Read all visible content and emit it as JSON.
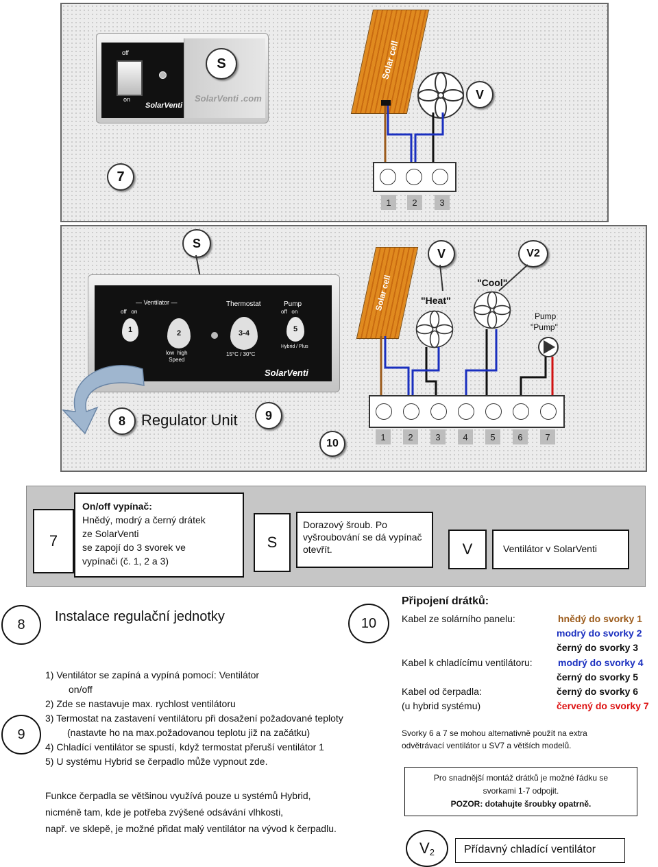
{
  "top_panel": {
    "switch_off": "off",
    "switch_on": "on",
    "brand": "SolarVenti",
    "brand_card": "SolarVenti .com",
    "label_s": "S",
    "label_v": "V",
    "label_7": "7",
    "solar_cell": "Solar cell",
    "terminals": [
      "1",
      "2",
      "3"
    ]
  },
  "bottom_panel": {
    "label_s": "S",
    "label_v": "V",
    "label_v2": "V2",
    "section_ventilator": "— Ventilator —",
    "section_thermostat": "Thermostat",
    "section_pump": "Pump",
    "off_on": "off   on",
    "dial_1": "1",
    "dial_2": "2",
    "dial_34": "3-4",
    "dial_5": "5",
    "speed_text": "low  high\nSpeed",
    "thermo_range": "15°C / 30°C",
    "hybrid_text": "Hybrid / Plus",
    "brand": "SolarVenti",
    "regulator_label": "Regulator Unit",
    "label_8": "8",
    "label_9": "9",
    "label_10": "10",
    "solar_cell": "Solar cell",
    "heat": "\"Heat\"",
    "cool": "\"Cool\"",
    "pump_title": "Pump",
    "pump_quote": "\"Pump\"",
    "terminals": [
      "1",
      "2",
      "3",
      "4",
      "5",
      "6",
      "7"
    ]
  },
  "legend_bar": {
    "num_7": "7",
    "onoff_title": "On/off vypínač:",
    "onoff_line1": "Hnědý, modrý a černý drátek",
    "onoff_line2": "ze SolarVenti",
    "onoff_line3": "se zapojí do 3 svorek ve",
    "onoff_line4": "vypínači  (č. 1, 2 a 3)",
    "s_label": "S",
    "s_text": "Dorazový šroub. Po vyšroubování se dá vypínač otevřít.",
    "v_label": "V",
    "v_text": "Ventilátor v SolarVenti"
  },
  "instructions": {
    "num_8": "8",
    "num_9": "9",
    "num_10": "10",
    "heading": "Instalace regulační jednotky",
    "items": [
      "1)  Ventilátor se zapíná a vypíná pomocí: Ventilátor",
      "on/off",
      "2)  Zde se nastavuje max. rychlost ventilátoru",
      "3)  Termostat na zastavení ventilátoru při dosažení požadované teploty",
      "(nastavte ho na max.požadovanou teplotu již na začátku)",
      "4)  Chladící ventilátor se spustí, když termostat přeruší ventilátor 1",
      "5)  U systému Hybrid se čerpadlo může vypnout zde."
    ],
    "pump_note_1": "Funkce čerpadla se většinou využívá pouze u systémů Hybrid,",
    "pump_note_2": "nicméně tam, kde je potřeba zvýšené odsávání vlhkosti,",
    "pump_note_3": "např. ve sklepě, je možné přidat malý ventilátor na vývod k čerpadlu."
  },
  "wiring": {
    "title": "Připojení drátků:",
    "solar_label": "Kabel ze solárního panelu:",
    "solar_1": "hnědý do svorky 1",
    "solar_2": "modrý do svorky 2",
    "solar_3": "černý do svorky 3",
    "cool_label": "Kabel k chladícímu ventilátoru:",
    "cool_4": "modrý do svorky 4",
    "cool_5": "černý do svorky 5",
    "pump_label": "Kabel od čerpadla:",
    "pump_label2": "(u hybrid systému)",
    "pump_6": "černý do svorky 6",
    "pump_7": "červený do svorky 7",
    "note_1": "Svorky 6 a 7 se mohou alternativně použít na extra",
    "note_2": "odvětrávací ventilátor u SV7 a větších modelů.",
    "tip_1": "Pro snadnější montáž drátků je možné řádku se",
    "tip_2": "svorkami 1-7 odpojit.",
    "tip_3": "POZOR: dotahujte šroubky opatrně.",
    "v2_main": "V",
    "v2_sub": "2",
    "v2_text": "Přídavný chladící ventilátor"
  },
  "colors": {
    "brown": "#9b5a1a",
    "blue": "#1a2fbf",
    "red": "#d11111",
    "black": "#111111"
  }
}
